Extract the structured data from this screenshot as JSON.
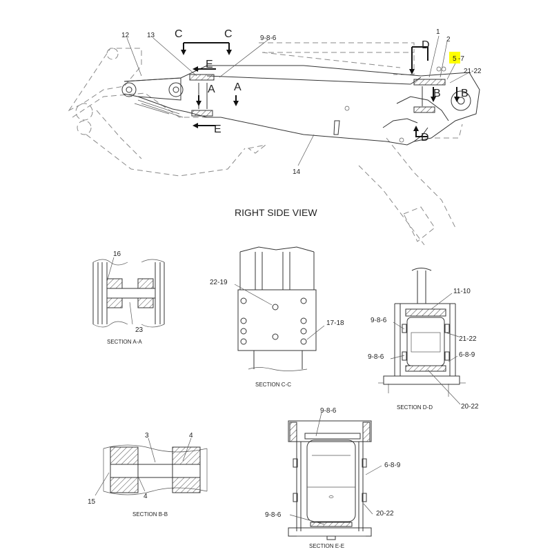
{
  "title": "RIGHT SIDE VIEW",
  "highlight_color": "#ffff00",
  "main_callouts": {
    "c12": "12",
    "c13": "13",
    "c986": "9-8-6",
    "c1": "1",
    "c2": "2",
    "c57_hl": "5",
    "c57_rest": "-7",
    "c2122": "21-22",
    "c14": "14"
  },
  "section_letters": {
    "c1": "C",
    "c2": "C",
    "e1": "E",
    "e2": "E",
    "a1": "A",
    "a2": "A",
    "d1": "D",
    "d2": "D",
    "b1": "B",
    "b2": "B"
  },
  "section_aa": {
    "title": "SECTION A-A",
    "labels": {
      "c16": "16",
      "c23": "23"
    }
  },
  "section_cc": {
    "title": "SECTION C-C",
    "labels": {
      "c2219": "22-19",
      "c1718": "17-18"
    }
  },
  "section_dd": {
    "title": "SECTION D-D",
    "labels": {
      "c1110": "11-10",
      "c986a": "9-8-6",
      "c2122": "21-22",
      "c986b": "9-8-6",
      "c689": "6-8-9",
      "c2022": "20-22"
    }
  },
  "section_bb": {
    "title": "SECTION B-B",
    "labels": {
      "c3": "3",
      "c4a": "4",
      "c4b": "4",
      "c15": "15"
    }
  },
  "section_ee": {
    "title": "SECTION E-E",
    "labels": {
      "c986a": "9-8-6",
      "c689": "6-8-9",
      "c986b": "9-8-6",
      "c2022": "20-22"
    }
  }
}
